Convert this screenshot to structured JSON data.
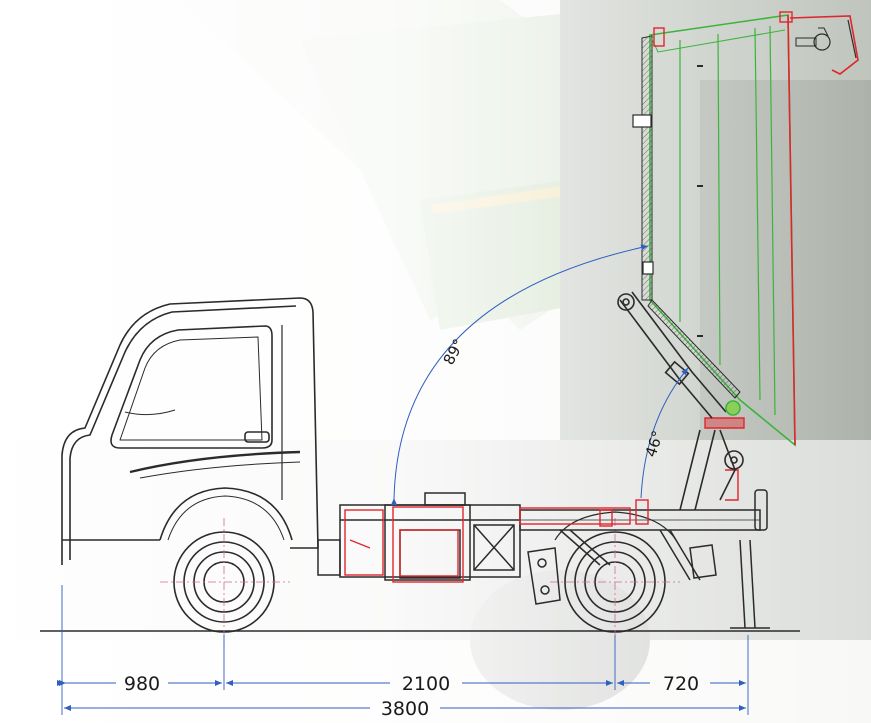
{
  "dimensions": {
    "front_overhang": "980",
    "wheelbase": "2100",
    "rear_overhang": "720",
    "overall_length": "3800"
  },
  "angles": {
    "body_tilt": "89°",
    "arm_tilt": "46°"
  },
  "colors": {
    "outline": "#2b2b2b",
    "body_green": "#3cb43c",
    "highlight_red": "#e0262d",
    "dimension_blue": "#2f5fbf",
    "centerline_pink": "#d06a9a",
    "background_green": "#4e8c3a"
  }
}
